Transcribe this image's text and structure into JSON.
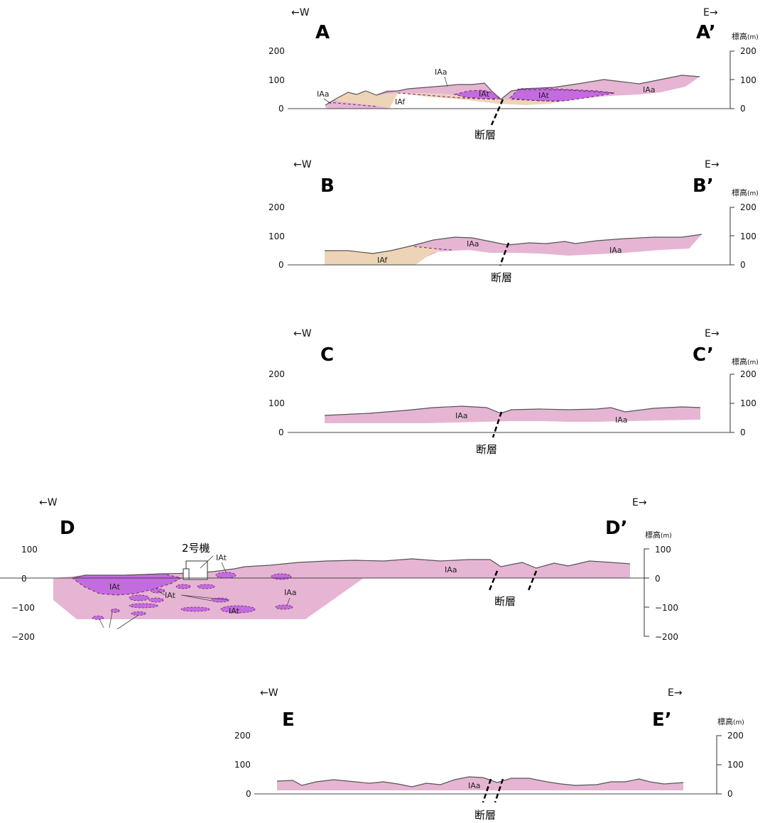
{
  "direction_labels": {
    "west": "←W",
    "east": "E→"
  },
  "elevation_label": "標高(m)",
  "unit_labels": {
    "elevation": "標高",
    "unit": "(m)"
  },
  "fault_label": "断層",
  "plant_label": "2号機",
  "units": {
    "IAa": "IAa",
    "IAt": "IAt",
    "IAf": "IAf"
  },
  "colors": {
    "IAa": "#e6b5d3",
    "IAt": "#c46be0",
    "IAf": "#eed4b6",
    "outline": "#555555",
    "contact": "#6a2a6a"
  },
  "sections": [
    {
      "id": "A",
      "left_label": "A",
      "right_label": "A’",
      "ticks": [
        "200",
        "100",
        "0"
      ]
    },
    {
      "id": "B",
      "left_label": "B",
      "right_label": "B’",
      "ticks": [
        "200",
        "100",
        "0"
      ]
    },
    {
      "id": "C",
      "left_label": "C",
      "right_label": "C’",
      "ticks": [
        "200",
        "100",
        "0"
      ]
    },
    {
      "id": "D",
      "left_label": "D",
      "right_label": "D’",
      "ticks": [
        "100",
        "0",
        "−100",
        "−200"
      ]
    },
    {
      "id": "E",
      "left_label": "E",
      "right_label": "E’",
      "ticks": [
        "200",
        "100",
        "0"
      ]
    }
  ]
}
